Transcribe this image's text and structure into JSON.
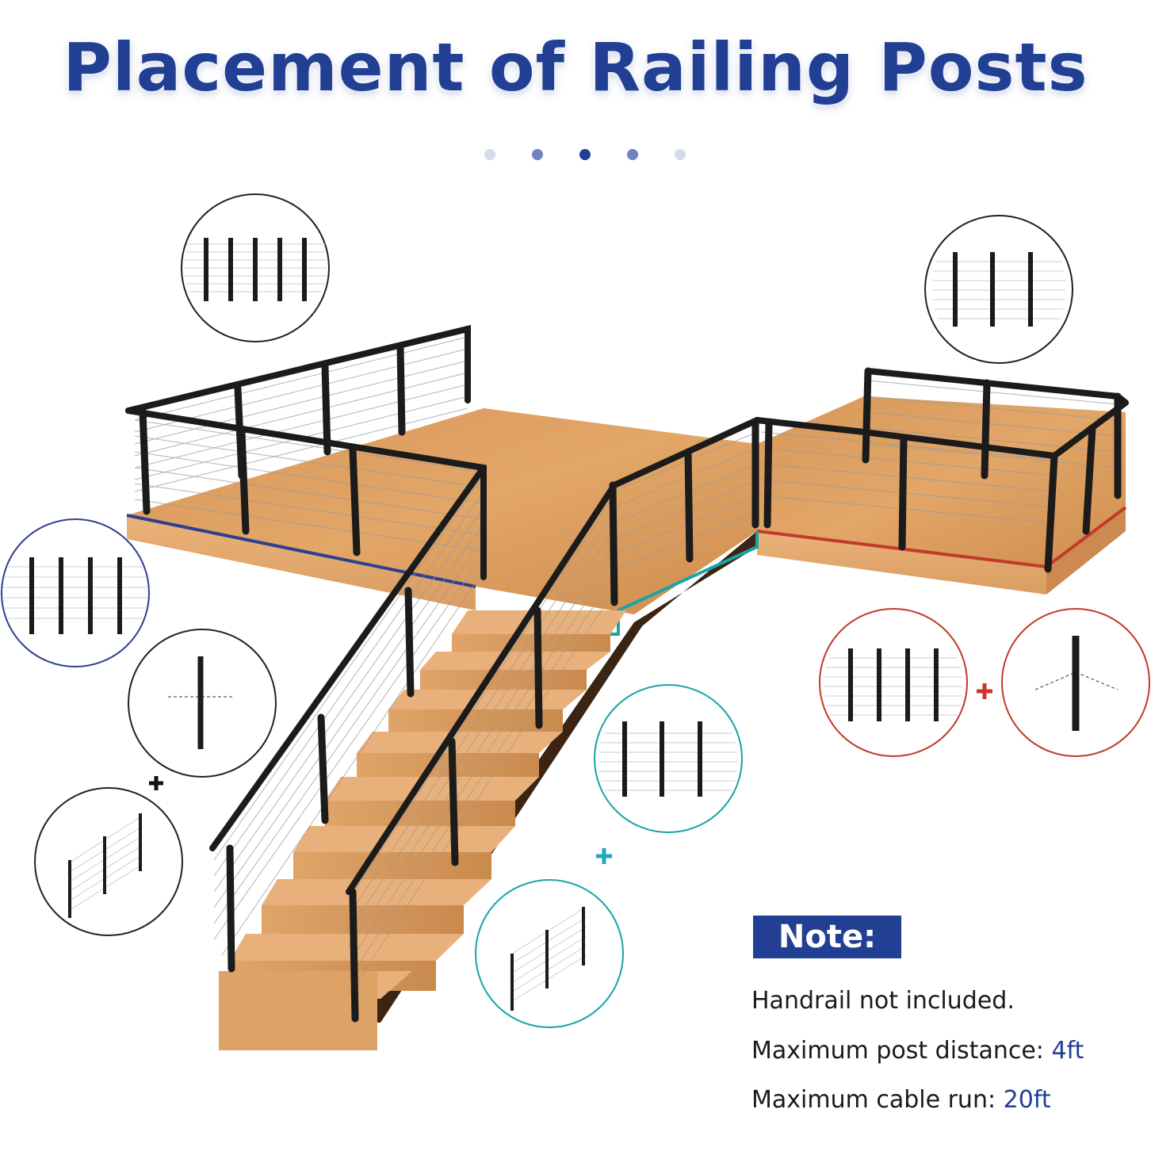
{
  "header": {
    "title": "Placement of Railing Posts"
  },
  "pager": {
    "dots": 5,
    "active_index": 2
  },
  "colors": {
    "title": "#213f93",
    "deck_wood": "#d99a5c",
    "deck_edge": "#e2a96f",
    "rail": "#1b1b1b",
    "blue_edge": "#2f3f90",
    "red_edge": "#c23a2a",
    "teal_edge": "#1aa3a8",
    "teal_plus": "#22a7c0",
    "red_plus": "#c9352a",
    "black_plus": "#111111"
  },
  "callouts": [
    {
      "id": "end-posts-top-left",
      "border": "#222222",
      "icon": "end-posts-icon",
      "posts": 5
    },
    {
      "id": "end-posts-top-right",
      "border": "#222222",
      "icon": "end-posts-icon",
      "posts": 3
    },
    {
      "id": "blue-line-posts",
      "border": "#2f3f90",
      "icon": "line-posts-icon",
      "posts": 4
    },
    {
      "id": "corner-post-left",
      "border": "#222222",
      "icon": "corner-post-icon",
      "posts": 1
    },
    {
      "id": "stair-posts-left",
      "border": "#222222",
      "icon": "stair-posts-icon",
      "posts": 3
    },
    {
      "id": "teal-line-posts",
      "border": "#1aa3a8",
      "icon": "line-posts-icon",
      "posts": 3
    },
    {
      "id": "teal-stair-posts",
      "border": "#1aa3a8",
      "icon": "stair-posts-icon",
      "posts": 3
    },
    {
      "id": "red-line-posts",
      "border": "#c23a2a",
      "icon": "line-posts-icon",
      "posts": 4
    },
    {
      "id": "red-corner-post",
      "border": "#c23a2a",
      "icon": "corner-post-icon",
      "posts": 1
    }
  ],
  "note": {
    "label": "Note:",
    "line1": "Handrail not included.",
    "line2_prefix": "Maximum post distance: ",
    "line2_value": "4ft",
    "line3_prefix": "Maximum cable run: ",
    "line3_value": "20ft"
  }
}
